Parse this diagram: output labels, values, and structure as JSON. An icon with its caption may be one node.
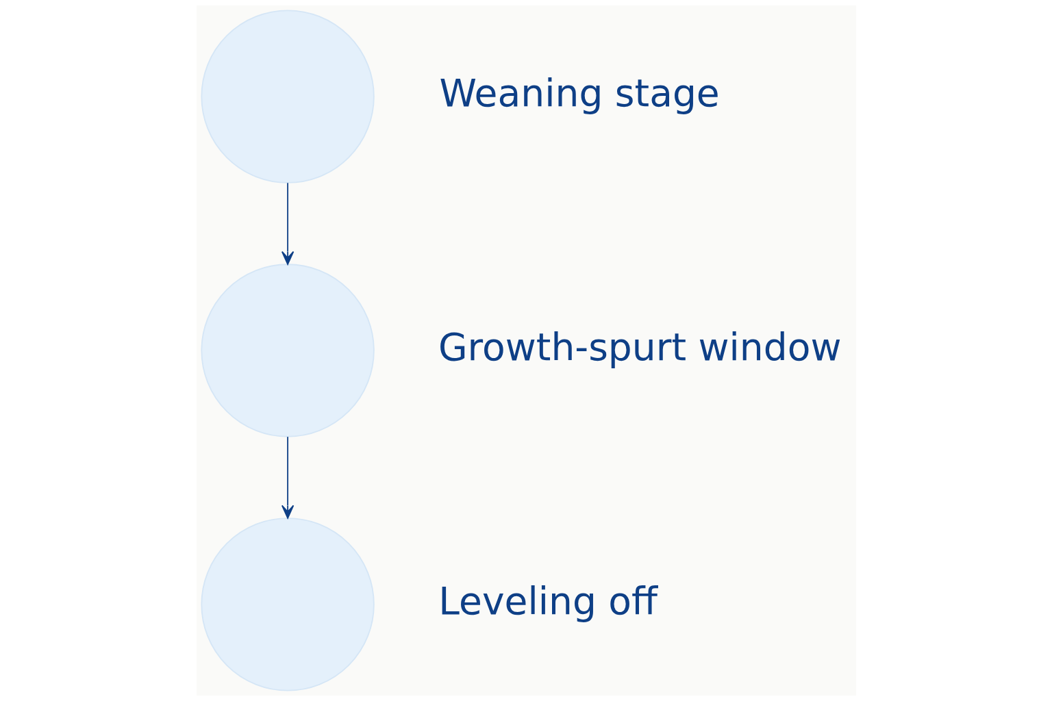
{
  "diagram": {
    "nodes": [
      {
        "text": [],
        "shape": "circle",
        "beside": [
          "Weaning stage"
        ]
      },
      {
        "text": [],
        "shape": "circle",
        "beside": [
          "Growth-spurt window"
        ]
      },
      {
        "text": [],
        "shape": "circle",
        "beside": [
          "Leveling off"
        ]
      }
    ],
    "edges": [
      {
        "from": 0,
        "to": 1,
        "arrow": "to"
      },
      {
        "from": 1,
        "to": 2,
        "arrow": "to"
      }
    ]
  }
}
